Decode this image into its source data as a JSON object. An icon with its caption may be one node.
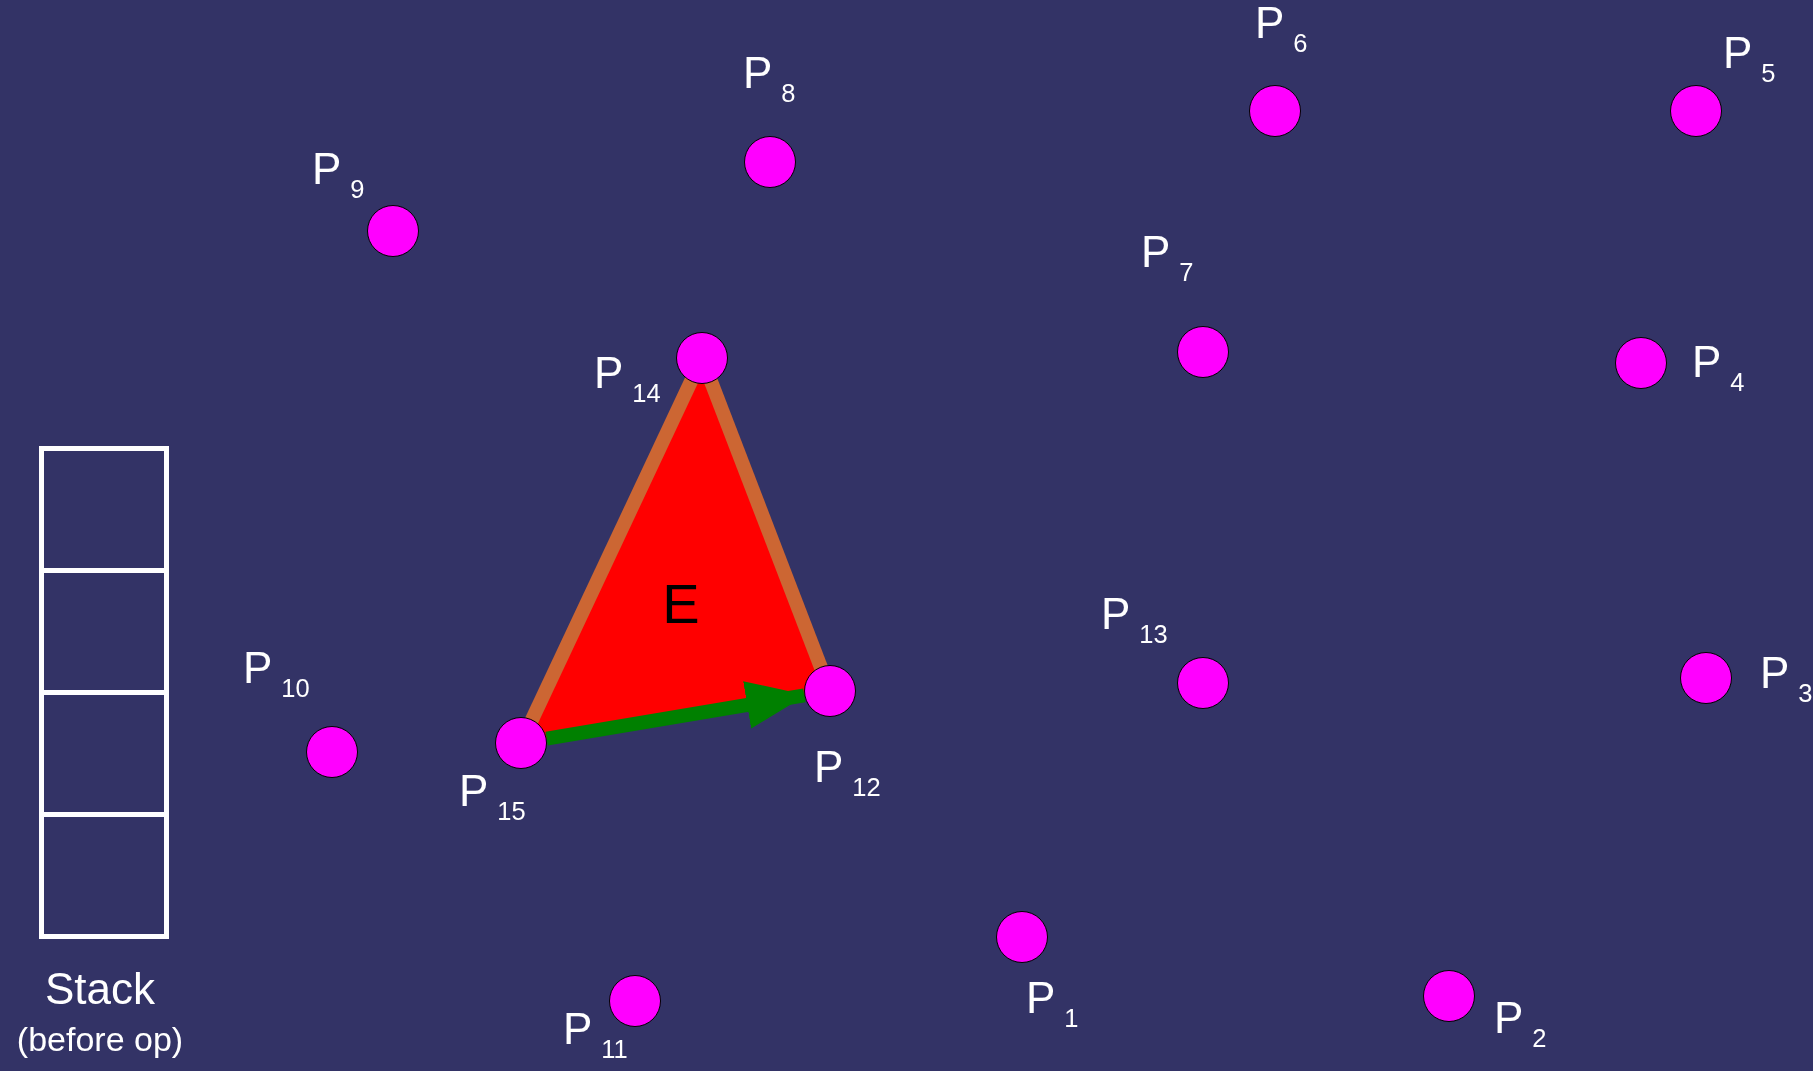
{
  "diagram": {
    "nodes": [
      {
        "text": [],
        "shape": "circle",
        "beside": [
          "P$_{1}$"
        ]
      },
      {
        "text": [],
        "shape": "circle",
        "beside": [
          "P$_{2}$"
        ]
      },
      {
        "text": [],
        "shape": "circle",
        "beside": [
          "P$_{3}$"
        ]
      },
      {
        "text": [],
        "shape": "circle",
        "beside": [
          "P$_{4}$"
        ]
      },
      {
        "text": [],
        "shape": "circle",
        "beside": [
          "P$_{5}$"
        ]
      },
      {
        "text": [],
        "shape": "circle",
        "beside": [
          "P$_{6}$"
        ]
      },
      {
        "text": [],
        "shape": "circle",
        "beside": [
          "P$_{7}$"
        ]
      },
      {
        "text": [],
        "shape": "circle",
        "beside": [
          "P$_{8}$"
        ]
      },
      {
        "text": [],
        "shape": "circle",
        "beside": [
          "P$_{9}$"
        ]
      },
      {
        "text": [],
        "shape": "circle",
        "beside": [
          "P$_{10}$"
        ]
      },
      {
        "text": [],
        "shape": "circle",
        "beside": [
          "P$_{11}$"
        ]
      },
      {
        "text": [],
        "shape": "circle",
        "beside": [
          "P$_{12}$"
        ]
      },
      {
        "text": [],
        "shape": "circle",
        "beside": [
          "P$_{13}$"
        ]
      },
      {
        "text": [],
        "shape": "circle",
        "beside": [
          "P$_{14}$"
        ]
      },
      {
        "text": [],
        "shape": "circle",
        "beside": [
          "P$_{15}$"
        ]
      },
      {
        "text": [
          "E"
        ]
      },
      {
        "text": [
          "Stack",
          "(before op)"
        ]
      },
      {
        "text": [],
        "shape": "box",
        "in": 16
      },
      {
        "text": [],
        "shape": "box",
        "in": 16
      },
      {
        "text": [],
        "shape": "box",
        "in": 16
      },
      {
        "text": [],
        "shape": "box",
        "in": 16
      }
    ],
    "edges": [
      {
        "from": 13,
        "to": 14,
        "arrow": "none",
        "color": "#cc6633"
      },
      {
        "from": 13,
        "to": 11,
        "arrow": "none",
        "color": "#cc6633"
      },
      {
        "from": 14,
        "to": 11,
        "arrow": "to",
        "color": "#008000"
      }
    ]
  }
}
